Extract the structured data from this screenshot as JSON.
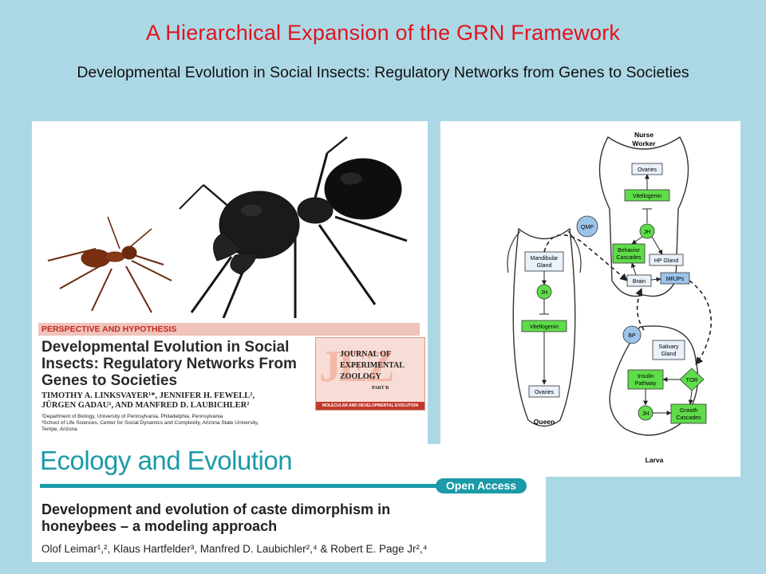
{
  "slide": {
    "title": "A Hierarchical Expansion of the GRN Framework",
    "subtitle": "Developmental Evolution in Social Insects: Regulatory Networks from Genes to Societies"
  },
  "jez_paper": {
    "section": "PERSPECTIVE AND HYPOTHESIS",
    "title": "Developmental Evolution in Social Insects: Regulatory Networks From Genes to Societies",
    "authors_line1": "TIMOTHY A. LINKSVAYER¹*, JENNIFER H. FEWELL²,",
    "authors_line2": "JÜRGEN GADAU², AND MANFRED D. LAUBICHLER²",
    "affil_1": "¹Department of Biology, University of Pennsylvania, Philadelphia, Pennsylvania",
    "affil_2": "²School of Life Sciences, Center for Social Dynamics and Complexity, Arizona State University,",
    "affil_3": "Tempe, Arizona",
    "logo_letters": "JEZ",
    "logo_word1": "JOURNAL OF",
    "logo_word2": "EXPERIMENTAL",
    "logo_word3": "ZOOLOGY",
    "logo_part": "PART B",
    "logo_footer": "MOLECULAR AND DEVELOPMENTAL EVOLUTION"
  },
  "eco_paper": {
    "journal": "Ecology and Evolution",
    "badge": "Open Access",
    "title_line1": "Development and evolution of caste dimorphism in",
    "title_line2": "honeybees – a modeling approach",
    "authors": "Olof Leimar¹,², Klaus Hartfelder³, Manfred D. Laubichler²,⁴ & Robert E. Page Jr²,⁴"
  },
  "diagram": {
    "nurse_label_1": "Nurse",
    "nurse_label_2": "Worker",
    "queen_label": "Queen",
    "larva_label": "Larva",
    "nodes": {
      "ovaries_top": "Ovaries",
      "vitellogenin_top": "Vitellogenin",
      "jh_top": "JH",
      "behavior_1": "Behavior",
      "behavior_2": "Cascades",
      "hp_gland": "HP Gland",
      "brain": "Brain",
      "mrjps": "MRJPs",
      "qmp": "QMP",
      "mandibular_1": "Mandibular",
      "mandibular_2": "Gland",
      "jh_queen": "JH",
      "vitellogenin_queen": "Vitellogenin",
      "ovaries_queen": "Ovaries",
      "bp": "BP",
      "salivary_1": "Salivary",
      "salivary_2": "Gland",
      "insulin_1": "Insulin",
      "insulin_2": "Pathway",
      "tor": "TOR",
      "jh_larva": "JH",
      "growth_1": "Growth",
      "growth_2": "Cascades"
    },
    "colors": {
      "green": "#5fdc4a",
      "blue": "#9cc3ea",
      "box": "#e9f1fb",
      "outline": "#333333"
    }
  }
}
